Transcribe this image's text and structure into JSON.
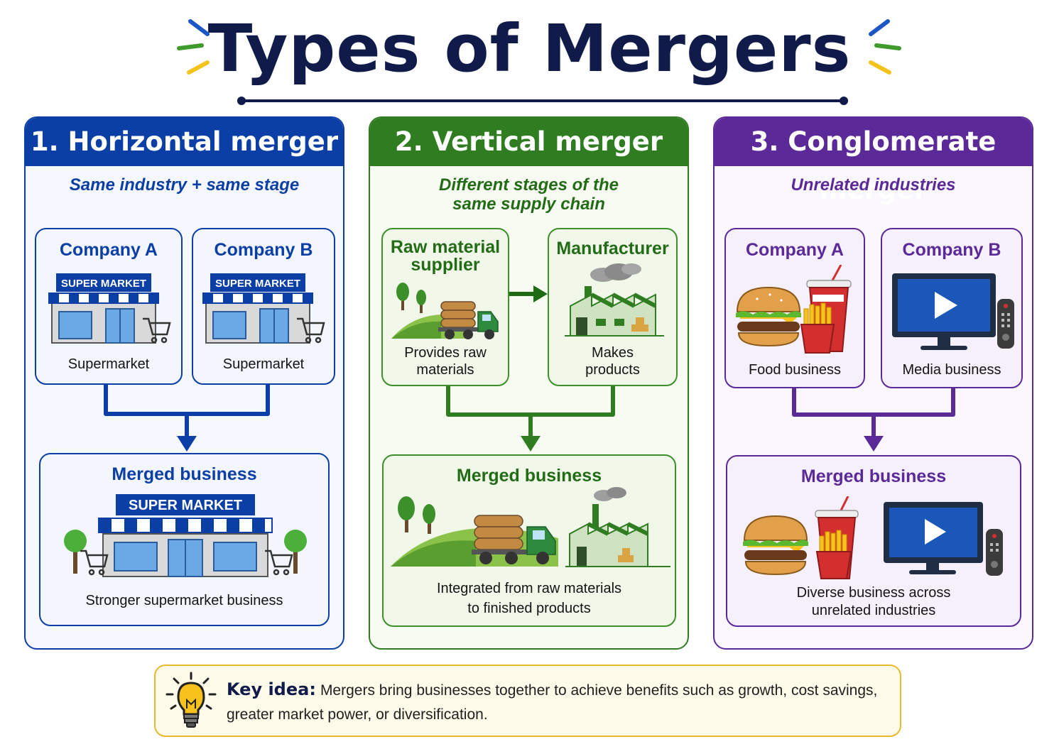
{
  "title": "Types of Mergers",
  "horizontal": {
    "heading": "1. Horizontal merger",
    "subtitle": "Same industry + same stage",
    "company_a": {
      "title": "Company A",
      "sign": "SUPER MARKET",
      "label": "Supermarket"
    },
    "company_b": {
      "title": "Company B",
      "sign": "SUPER MARKET",
      "label": "Supermarket"
    },
    "merged": {
      "title": "Merged business",
      "sign": "SUPER MARKET",
      "label": "Stronger supermarket business"
    }
  },
  "vertical": {
    "heading": "2. Vertical merger",
    "subtitle_line1": "Different stages of the",
    "subtitle_line2": "same supply chain",
    "supplier": {
      "title_line1": "Raw material",
      "title_line2": "supplier",
      "label_line1": "Provides raw",
      "label_line2": "materials"
    },
    "manufacturer": {
      "title": "Manufacturer",
      "label_line1": "Makes",
      "label_line2": "products"
    },
    "merged": {
      "title": "Merged business",
      "label_line1": "Integrated from raw materials",
      "label_line2": "to finished products"
    }
  },
  "conglomerate": {
    "heading": "3. Conglomerate merger",
    "subtitle": "Unrelated industries",
    "company_a": {
      "title": "Company A",
      "label": "Food business"
    },
    "company_b": {
      "title": "Company B",
      "label": "Media business"
    },
    "merged": {
      "title": "Merged business",
      "label_line1": "Diverse business across",
      "label_line2": "unrelated industries"
    }
  },
  "key_idea": {
    "label": "Key idea:",
    "text": "Mergers bring businesses together to achieve benefits such as growth, cost savings, greater market power, or diversification."
  },
  "icons": {
    "supermarket": "storefront-icon",
    "cart": "shopping-cart-icon",
    "truck": "log-truck-icon",
    "factory": "factory-icon",
    "food": "burger-fries-drink-icon",
    "media": "tv-play-icon",
    "bulb": "lightbulb-icon"
  },
  "colors": {
    "horizontal": "#0b3fa6",
    "vertical": "#2f7d20",
    "conglomerate": "#5b2a98",
    "key_border": "#e8b92c",
    "title": "#101b4a"
  }
}
